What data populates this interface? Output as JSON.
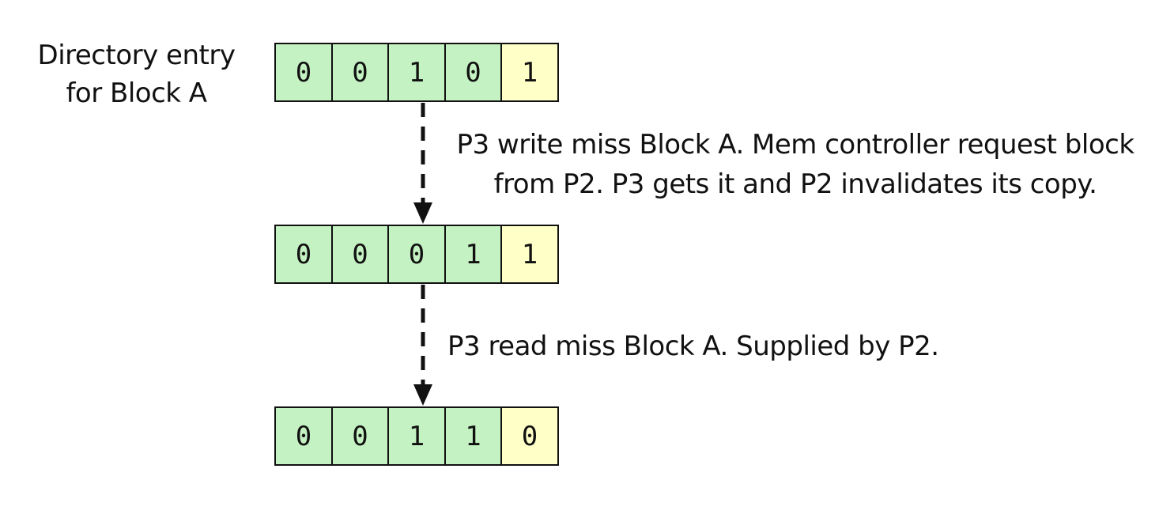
{
  "entry_label": {
    "line1": "Directory entry",
    "line2": "for Block A"
  },
  "states": [
    {
      "bits": [
        "0",
        "0",
        "1",
        "0",
        "1"
      ]
    },
    {
      "bits": [
        "0",
        "0",
        "0",
        "1",
        "1"
      ]
    },
    {
      "bits": [
        "0",
        "0",
        "1",
        "1",
        "0"
      ]
    }
  ],
  "transitions": [
    {
      "line1": "P3 write miss Block A. Mem controller request block",
      "line2": "from P2. P3 gets it and P2 invalidates its copy."
    },
    {
      "line1": "P3 read miss Block A. Supplied by P2."
    }
  ],
  "colors": {
    "presence_bit": "#c4f2c2",
    "dirty_bit": "#ffffc8",
    "stroke": "#111111"
  }
}
